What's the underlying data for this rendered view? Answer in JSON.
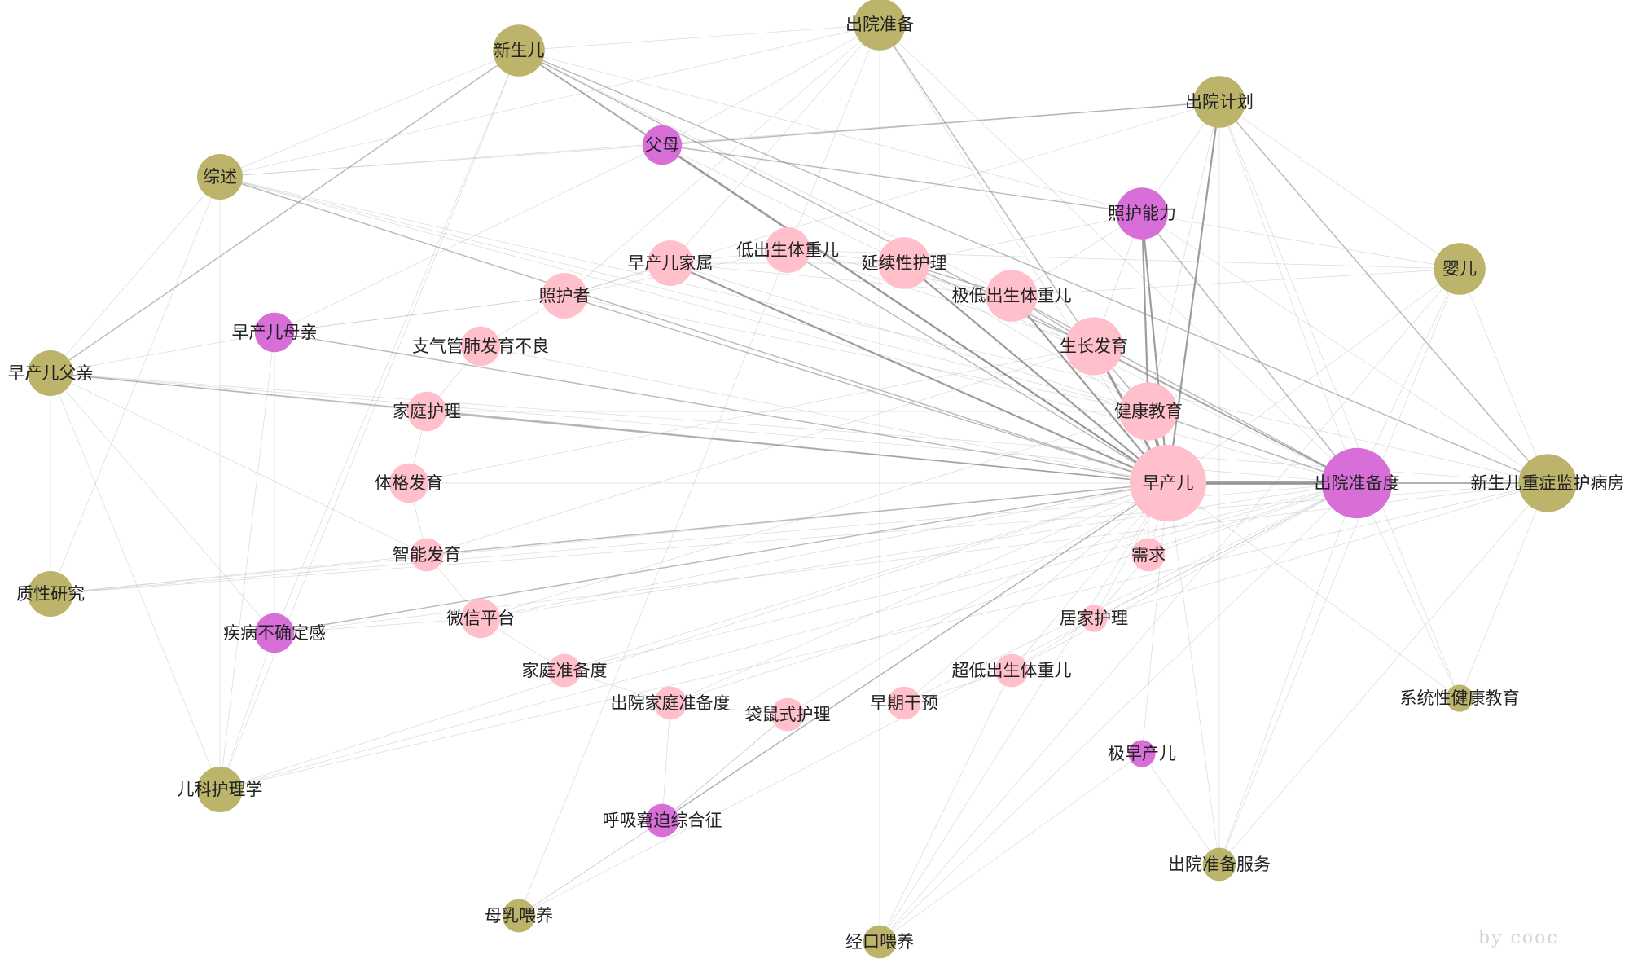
{
  "watermark": "by cooc",
  "colors": {
    "pink": "#ffc0cb",
    "magenta": "#d86ed8",
    "olive": "#bcb46a",
    "edge": "#8c8c8c"
  },
  "nodes": [
    {
      "id": "zcr",
      "label": "早产儿",
      "group": "pink",
      "weight": 10
    },
    {
      "id": "cyzbd",
      "label": "出院准备度",
      "group": "magenta",
      "weight": 9
    },
    {
      "id": "jkjy",
      "label": "健康教育",
      "group": "pink",
      "weight": 7
    },
    {
      "id": "szfy",
      "label": "生长发育",
      "group": "pink",
      "weight": 7
    },
    {
      "id": "jdcstze",
      "label": "极低出生体重儿",
      "group": "pink",
      "weight": 6
    },
    {
      "id": "yxxhl",
      "label": "延续性护理",
      "group": "pink",
      "weight": 6
    },
    {
      "id": "dcstze",
      "label": "低出生体重儿",
      "group": "pink",
      "weight": 5
    },
    {
      "id": "zcrjs",
      "label": "早产儿家属",
      "group": "pink",
      "weight": 5
    },
    {
      "id": "zhz",
      "label": "照护者",
      "group": "pink",
      "weight": 5
    },
    {
      "id": "zqgfyb",
      "label": "支气管肺发育不良",
      "group": "pink",
      "weight": 4
    },
    {
      "id": "jthl",
      "label": "家庭护理",
      "group": "pink",
      "weight": 4
    },
    {
      "id": "tgfy",
      "label": "体格发育",
      "group": "pink",
      "weight": 4
    },
    {
      "id": "znfy",
      "label": "智能发育",
      "group": "pink",
      "weight": 3
    },
    {
      "id": "wxpt",
      "label": "微信平台",
      "group": "pink",
      "weight": 4
    },
    {
      "id": "jtzbd",
      "label": "家庭准备度",
      "group": "pink",
      "weight": 3
    },
    {
      "id": "cyjtzbd",
      "label": "出院家庭准备度",
      "group": "pink",
      "weight": 3
    },
    {
      "id": "dsshl",
      "label": "袋鼠式护理",
      "group": "pink",
      "weight": 3
    },
    {
      "id": "zqgy",
      "label": "早期干预",
      "group": "pink",
      "weight": 3
    },
    {
      "id": "cdcstze",
      "label": "超低出生体重儿",
      "group": "pink",
      "weight": 3
    },
    {
      "id": "jjhl",
      "label": "居家护理",
      "group": "pink",
      "weight": 2
    },
    {
      "id": "xq",
      "label": "需求",
      "group": "pink",
      "weight": 3
    },
    {
      "id": "zhnl",
      "label": "照护能力",
      "group": "magenta",
      "weight": 6
    },
    {
      "id": "fm",
      "label": "父母",
      "group": "magenta",
      "weight": 4
    },
    {
      "id": "zcrmq",
      "label": "早产儿母亲",
      "group": "magenta",
      "weight": 4
    },
    {
      "id": "jbbqdg",
      "label": "疾病不确定感",
      "group": "magenta",
      "weight": 4
    },
    {
      "id": "hxjpzhz",
      "label": "呼吸窘迫综合征",
      "group": "magenta",
      "weight": 3
    },
    {
      "id": "jzcr",
      "label": "极早产儿",
      "group": "magenta",
      "weight": 2
    },
    {
      "id": "cyzb",
      "label": "出院准备",
      "group": "olive",
      "weight": 6
    },
    {
      "id": "xse",
      "label": "新生儿",
      "group": "olive",
      "weight": 6
    },
    {
      "id": "cyjh",
      "label": "出院计划",
      "group": "olive",
      "weight": 6
    },
    {
      "id": "zs",
      "label": "综述",
      "group": "olive",
      "weight": 5
    },
    {
      "id": "ye",
      "label": "婴儿",
      "group": "olive",
      "weight": 6
    },
    {
      "id": "zcrfq",
      "label": "早产儿父亲",
      "group": "olive",
      "weight": 5
    },
    {
      "id": "xsezzjhbf",
      "label": "新生儿重症监护病房",
      "group": "olive",
      "weight": 7
    },
    {
      "id": "zxyj",
      "label": "质性研究",
      "group": "olive",
      "weight": 5
    },
    {
      "id": "xtxjkjy",
      "label": "系统性健康教育",
      "group": "olive",
      "weight": 2
    },
    {
      "id": "ekhlx",
      "label": "儿科护理学",
      "group": "olive",
      "weight": 5
    },
    {
      "id": "cyzbfw",
      "label": "出院准备服务",
      "group": "olive",
      "weight": 3
    },
    {
      "id": "mrwy",
      "label": "母乳喂养",
      "group": "olive",
      "weight": 3
    },
    {
      "id": "jkwy",
      "label": "经口喂养",
      "group": "olive",
      "weight": 3
    }
  ],
  "edges": [
    [
      "zcr",
      "cyzbd",
      5
    ],
    [
      "zcr",
      "jkjy",
      5
    ],
    [
      "zcr",
      "szfy",
      4
    ],
    [
      "zcr",
      "jdcstze",
      3
    ],
    [
      "zcr",
      "yxxhl",
      3
    ],
    [
      "zcr",
      "dcstze",
      2
    ],
    [
      "zcr",
      "zcrjs",
      3
    ],
    [
      "zcr",
      "zhz",
      2
    ],
    [
      "zcr",
      "zqgfyb",
      1
    ],
    [
      "zcr",
      "jthl",
      2
    ],
    [
      "zcr",
      "tgfy",
      1
    ],
    [
      "zcr",
      "znfy",
      2
    ],
    [
      "zcr",
      "wxpt",
      1
    ],
    [
      "zcr",
      "jtzbd",
      1
    ],
    [
      "zcr",
      "cyjtzbd",
      1
    ],
    [
      "zcr",
      "dsshl",
      1
    ],
    [
      "zcr",
      "zqgy",
      1
    ],
    [
      "zcr",
      "cdcstze",
      1
    ],
    [
      "zcr",
      "jjhl",
      1
    ],
    [
      "zcr",
      "xq",
      1
    ],
    [
      "zcr",
      "zhnl",
      3
    ],
    [
      "zcr",
      "fm",
      3
    ],
    [
      "zcr",
      "zcrmq",
      2
    ],
    [
      "zcr",
      "jbbqdg",
      2
    ],
    [
      "zcr",
      "hxjpzhz",
      2
    ],
    [
      "zcr",
      "jzcr",
      1
    ],
    [
      "zcr",
      "cyzb",
      1
    ],
    [
      "zcr",
      "xse",
      2
    ],
    [
      "zcr",
      "cyjh",
      3
    ],
    [
      "zcr",
      "zs",
      2
    ],
    [
      "zcr",
      "ye",
      1
    ],
    [
      "zcr",
      "zcrfq",
      2
    ],
    [
      "zcr",
      "xsezzjhbf",
      2
    ],
    [
      "zcr",
      "zxyj",
      1
    ],
    [
      "zcr",
      "xtxjkjy",
      1
    ],
    [
      "zcr",
      "ekhlx",
      1
    ],
    [
      "zcr",
      "cyzbfw",
      1
    ],
    [
      "zcr",
      "mrwy",
      1
    ],
    [
      "zcr",
      "jkwy",
      1
    ],
    [
      "cyzbd",
      "jkjy",
      2
    ],
    [
      "cyzbd",
      "szfy",
      2
    ],
    [
      "cyzbd",
      "jdcstze",
      2
    ],
    [
      "cyzbd",
      "yxxhl",
      1
    ],
    [
      "cyzbd",
      "zhnl",
      2
    ],
    [
      "cyzbd",
      "cyjh",
      1
    ],
    [
      "cyzbd",
      "xsezzjhbf",
      2
    ],
    [
      "cyzbd",
      "ye",
      1
    ],
    [
      "cyzbd",
      "xse",
      2
    ],
    [
      "cyzbd",
      "zs",
      1
    ],
    [
      "cyzbd",
      "zcrfq",
      1
    ],
    [
      "cyzbd",
      "xtxjkjy",
      1
    ],
    [
      "cyzbd",
      "cyzbfw",
      1
    ],
    [
      "cyzbd",
      "jjhl",
      1
    ],
    [
      "cyzbd",
      "xq",
      1
    ],
    [
      "cyzbd",
      "jtzbd",
      1
    ],
    [
      "cyzbd",
      "cyjtzbd",
      1
    ],
    [
      "cyzbd",
      "zqgy",
      1
    ],
    [
      "cyzbd",
      "cdcstze",
      1
    ],
    [
      "cyzbd",
      "cyzb",
      1
    ],
    [
      "cyzbd",
      "zxyj",
      1
    ],
    [
      "cyzbd",
      "jkwy",
      1
    ],
    [
      "cyzbd",
      "wxpt",
      1
    ],
    [
      "jkjy",
      "zhnl",
      3
    ],
    [
      "jkjy",
      "szfy",
      2
    ],
    [
      "jkjy",
      "jdcstze",
      1
    ],
    [
      "jkjy",
      "yxxhl",
      1
    ],
    [
      "jkjy",
      "cyjh",
      1
    ],
    [
      "jkjy",
      "zcrjs",
      1
    ],
    [
      "jkjy",
      "zhz",
      1
    ],
    [
      "jkjy",
      "jthl",
      1
    ],
    [
      "jkjy",
      "wxpt",
      1
    ],
    [
      "jkjy",
      "xq",
      1
    ],
    [
      "szfy",
      "jdcstze",
      2
    ],
    [
      "szfy",
      "yxxhl",
      2
    ],
    [
      "szfy",
      "dcstze",
      1
    ],
    [
      "szfy",
      "tgfy",
      1
    ],
    [
      "szfy",
      "znfy",
      1
    ],
    [
      "szfy",
      "cyzb",
      2
    ],
    [
      "szfy",
      "zhnl",
      1
    ],
    [
      "jdcstze",
      "yxxhl",
      2
    ],
    [
      "jdcstze",
      "dcstze",
      1
    ],
    [
      "jdcstze",
      "zcrjs",
      1
    ],
    [
      "jdcstze",
      "zhnl",
      1
    ],
    [
      "jdcstze",
      "ye",
      1
    ],
    [
      "yxxhl",
      "zcrjs",
      1
    ],
    [
      "yxxhl",
      "dcstze",
      1
    ],
    [
      "yxxhl",
      "fm",
      1
    ],
    [
      "yxxhl",
      "zhnl",
      1
    ],
    [
      "dcstze",
      "zcrjs",
      1
    ],
    [
      "dcstze",
      "zhz",
      1
    ],
    [
      "zcrjs",
      "zhz",
      1
    ],
    [
      "zhz",
      "zcrmq",
      1
    ],
    [
      "zhz",
      "zqgfyb",
      1
    ],
    [
      "zqgfyb",
      "jthl",
      1
    ],
    [
      "jthl",
      "tgfy",
      1
    ],
    [
      "tgfy",
      "znfy",
      1
    ],
    [
      "znfy",
      "zxyj",
      1
    ],
    [
      "znfy",
      "wxpt",
      1
    ],
    [
      "wxpt",
      "jbbqdg",
      1
    ],
    [
      "wxpt",
      "jtzbd",
      1
    ],
    [
      "jtzbd",
      "cyjtzbd",
      1
    ],
    [
      "cyjtzbd",
      "hxjpzhz",
      1
    ],
    [
      "cyjtzbd",
      "dsshl",
      1
    ],
    [
      "dsshl",
      "hxjpzhz",
      1
    ],
    [
      "zqgy",
      "cdcstze",
      1
    ],
    [
      "cdcstze",
      "jjhl",
      1
    ],
    [
      "jjhl",
      "xq",
      1
    ],
    [
      "jzcr",
      "cyzbfw",
      1
    ],
    [
      "zhnl",
      "fm",
      2
    ],
    [
      "zhnl",
      "cyjh",
      1
    ],
    [
      "zhnl",
      "xse",
      1
    ],
    [
      "zhnl",
      "ye",
      1
    ],
    [
      "zhnl",
      "xsezzjhbf",
      1
    ],
    [
      "fm",
      "cyjh",
      2
    ],
    [
      "fm",
      "xse",
      2
    ],
    [
      "fm",
      "zs",
      1
    ],
    [
      "fm",
      "zcrmq",
      1
    ],
    [
      "zcrmq",
      "zcrfq",
      1
    ],
    [
      "zcrmq",
      "jbbqdg",
      1
    ],
    [
      "zcrmq",
      "zhz",
      1
    ],
    [
      "jbbqdg",
      "xse",
      1
    ],
    [
      "jbbqdg",
      "ekhlx",
      1
    ],
    [
      "jbbqdg",
      "zcrfq",
      1
    ],
    [
      "jbbqdg",
      "xsezzjhbf",
      1
    ],
    [
      "hxjpzhz",
      "mrwy",
      1
    ],
    [
      "hxjpzhz",
      "dsshl",
      1
    ],
    [
      "cyzb",
      "xse",
      1
    ],
    [
      "cyzb",
      "zhz",
      1
    ],
    [
      "cyzb",
      "zcrjs",
      1
    ],
    [
      "cyzb",
      "jkwy",
      1
    ],
    [
      "cyzb",
      "zs",
      1
    ],
    [
      "cyzb",
      "fm",
      1
    ],
    [
      "xse",
      "zs",
      1
    ],
    [
      "xse",
      "zcrfq",
      2
    ],
    [
      "xse",
      "ekhlx",
      1
    ],
    [
      "xse",
      "xsezzjhbf",
      2
    ],
    [
      "xse",
      "jdcstze",
      1
    ],
    [
      "cyjh",
      "ye",
      1
    ],
    [
      "cyjh",
      "xsezzjhbf",
      2
    ],
    [
      "cyjh",
      "xtxjkjy",
      1
    ],
    [
      "cyjh",
      "cyzbfw",
      1
    ],
    [
      "cyjh",
      "zs",
      1
    ],
    [
      "cyjh",
      "zhz",
      1
    ],
    [
      "zs",
      "zcrfq",
      1
    ],
    [
      "zs",
      "ekhlx",
      1
    ],
    [
      "zs",
      "zxyj",
      1
    ],
    [
      "zs",
      "xsezzjhbf",
      1
    ],
    [
      "zs",
      "jkjy",
      1
    ],
    [
      "ye",
      "xsezzjhbf",
      1
    ],
    [
      "ye",
      "cyzbfw",
      1
    ],
    [
      "ye",
      "jkwy",
      1
    ],
    [
      "ye",
      "dcstze",
      1
    ],
    [
      "zcrfq",
      "zxyj",
      1
    ],
    [
      "zcrfq",
      "ekhlx",
      1
    ],
    [
      "zcrfq",
      "xsezzjhbf",
      1
    ],
    [
      "zcrfq",
      "znfy",
      1
    ],
    [
      "zcrfq",
      "jthl",
      1
    ],
    [
      "xsezzjhbf",
      "xtxjkjy",
      1
    ],
    [
      "xsezzjhbf",
      "cyzbfw",
      1
    ],
    [
      "xsezzjhbf",
      "zxyj",
      1
    ],
    [
      "xsezzjhbf",
      "jjhl",
      1
    ],
    [
      "ekhlx",
      "zcrmq",
      1
    ],
    [
      "ekhlx",
      "xsezzjhbf",
      1
    ],
    [
      "ekhlx",
      "cyzbd",
      1
    ],
    [
      "mrwy",
      "cyzb",
      1
    ],
    [
      "mrwy",
      "cyzbd",
      1
    ],
    [
      "jkwy",
      "cdcstze",
      1
    ],
    [
      "jkwy",
      "jzcr",
      1
    ]
  ]
}
